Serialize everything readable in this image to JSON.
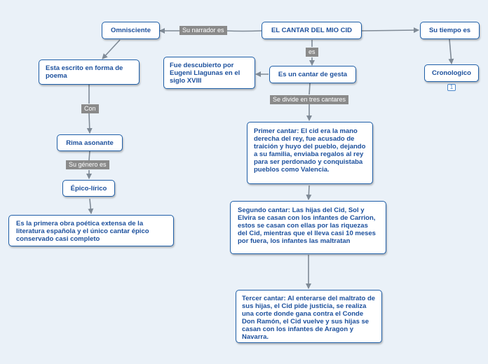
{
  "nodes": {
    "omniscient": "Omnisciente",
    "title": "EL CANTAR DEL MIO CID",
    "time": "Su tiempo es",
    "chronological": "Cronologico",
    "chronological_badge": "1",
    "poem_form": "Esta escrito en forma de poema",
    "discovered": "Fue descubierto por Eugeni Llagunas en el siglo XVIII",
    "epic_song": "Es un cantar de gesta",
    "rhyme": "Rima asonante",
    "epic_lyric": "Épico-lírico",
    "first_work": "Es la primera obra poética extensa de la literatura española y el único cantar épico conservado casi completo",
    "first_canto": "Primer cantar: El cid era la mano derecha del rey, fue acusado de traición y huyo del pueblo, dejando a su familia, enviaba regalos al rey para ser perdonado y conquistaba pueblos como Valencia.",
    "second_canto": "Segundo cantar: Las hijas del Cid, Sol y Elvira se casan con los infantes de Carrion, estos se casan con ellas por las riquezas del Cid, mientras que el lleva casi 10 meses por fuera, los infantes las maltratan",
    "third_canto": "Tercer cantar: Al enterarse del maltrato de sus hijas, el Cid pide justicia, se realiza una corte donde gana contra el Conde Don Ramón, el Cid vuelve y sus hijas se casan con los infantes de Aragon y Navarra."
  },
  "links": {
    "narrator": "Su narrador es",
    "is": "es",
    "divided": "Se divide en tres cantares",
    "with": "Con",
    "genre": "Su género es"
  },
  "colors": {
    "background": "#eaf1f8",
    "node_border": "#1f5fa8",
    "node_text": "#1b4f9c",
    "connector": "#7f8a96",
    "label_bg": "#8a8a8a"
  }
}
